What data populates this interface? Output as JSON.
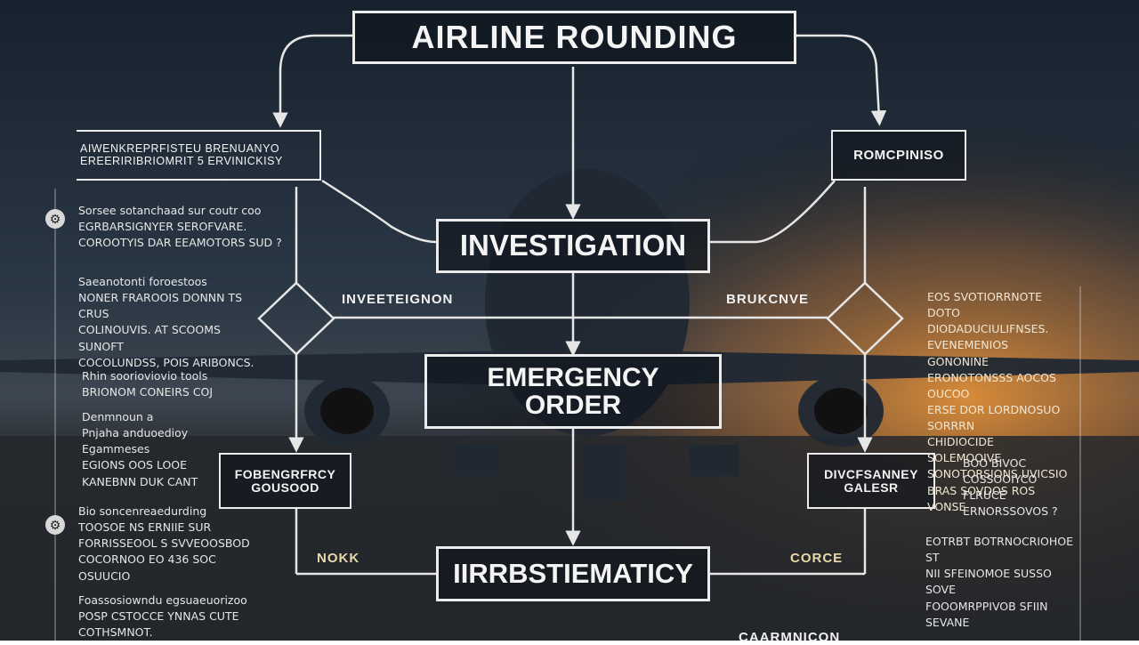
{
  "diagram": {
    "title": "AIRLINE ROUNDING",
    "investigation": "INVESTIGATION",
    "emergency_order": "EMERGENCY\nORDER",
    "bottom": "IIRRBSTIEMATICY",
    "left_top_box": "AIWENKREPRFISTEU BRENUANYO\nEREERIRIBRIOMRIT 5 ERVINICKISY",
    "right_top_box": "ROMCPINISO",
    "left_mid_box": "FOBENGRFRCY\nGOUSOOD",
    "right_mid_box": "DIVCFSANNEY\nGALESR",
    "decision_left_label": "INVEETEIGNON",
    "decision_right_label": "BRUKCNVE",
    "bottom_left_label": "NOKK",
    "bottom_right_label": "CORCE",
    "bottom_edge_right": "CAARMNICON"
  },
  "notes_left": [
    "Sorsee sotanchaad sur coutr coo\nEGRBARSIGNYER SEROFVARE.\nCOROOTYIS DAR EEAMOTORS SUD ?",
    "Saeanotonti foroestoos\nNONER FRAROOIS DONNN TS CRUS\nCOLINOUVIS. AT SCOOMS SUNOFT\nCOCOLUNDSS, POIS ARIBONCS.",
    "Rhin soorioviovio tools\nBRIONOM CONEIRS COJ",
    "Denmnoun a\nPnjaha anduoedioy\nEgammeses\nEGIONS OOS LOOE\nKANEBNN DUK CANT",
    "Bio soncenreaedurding\nTOOSOE NS ERNIIE SUR\nFORRISSEOOL S SVVEOOSBOD\nCOCORNOO EO 436 SOC OSUUCIO",
    "Foassosiowndu egsuaeuorizoo\nPOSP CSTOCCE YNNAS CUTE\nCOTHSMNOT."
  ],
  "notes_right": [
    "EOS SVOTIORRNOTE DOTO\nDIODADUCIULIFNSES.\nEVENEMENIOS GONONINE\nERONOTONSSS AOCOS OUCOO\nERSE DOR LORDNOSUO SORRRN\nCHIDIOCIDE SOLEMOOIVE\nSONOTORSIONS UVICSIO\nBRAS SOVDOS ROS VONSE",
    "BOO BIVOC\nCOSSOOIYCO FLRUCE\nERNORSSOVOS ?",
    "EOTRBT BOTRNOCRIOHOE ST\nNII SFEINOMOE SUSSO SOVE\nFOOOMRPPIVOB SFIIN SEVANE"
  ],
  "colors": {
    "sky_top": "#1b2634",
    "horizon_glow": "#d98a34",
    "line": "#e6e6e6"
  },
  "icons": [
    "gear-icon",
    "gear-icon"
  ]
}
